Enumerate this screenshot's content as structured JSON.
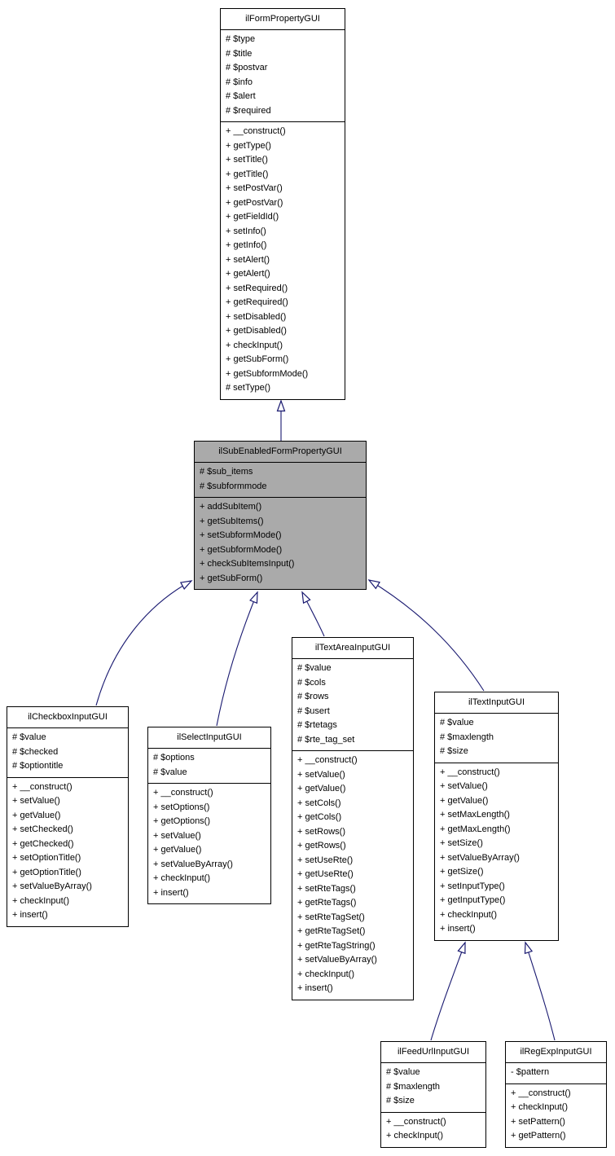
{
  "diagram": {
    "type": "uml-class-inheritance-graph",
    "colors": {
      "background": "#ffffff",
      "box_fill": "#ffffff",
      "highlight_fill": "#aaaaaa",
      "border": "#000000",
      "edge": "#191970",
      "text": "#000000"
    }
  },
  "classes": [
    {
      "name": "ilFormPropertyGUI",
      "highlighted": false,
      "attributes": [
        "# $type",
        "# $title",
        "# $postvar",
        "# $info",
        "# $alert",
        "# $required"
      ],
      "methods": [
        "+ __construct()",
        "+ getType()",
        "+ setTitle()",
        "+ getTitle()",
        "+ setPostVar()",
        "+ getPostVar()",
        "+ getFieldId()",
        "+ setInfo()",
        "+ getInfo()",
        "+ setAlert()",
        "+ getAlert()",
        "+ setRequired()",
        "+ getRequired()",
        "+ setDisabled()",
        "+ getDisabled()",
        "+ checkInput()",
        "+ getSubForm()",
        "+ getSubformMode()",
        "# setType()"
      ]
    },
    {
      "name": "ilSubEnabledFormPropertyGUI",
      "highlighted": true,
      "attributes": [
        "# $sub_items",
        "# $subformmode"
      ],
      "methods": [
        "+ addSubItem()",
        "+ getSubItems()",
        "+ setSubformMode()",
        "+ getSubformMode()",
        "+ checkSubItemsInput()",
        "+ getSubForm()"
      ]
    },
    {
      "name": "ilCheckboxInputGUI",
      "highlighted": false,
      "attributes": [
        "# $value",
        "# $checked",
        "# $optiontitle"
      ],
      "methods": [
        "+ __construct()",
        "+ setValue()",
        "+ getValue()",
        "+ setChecked()",
        "+ getChecked()",
        "+ setOptionTitle()",
        "+ getOptionTitle()",
        "+ setValueByArray()",
        "+ checkInput()",
        "+ insert()"
      ]
    },
    {
      "name": "ilSelectInputGUI",
      "highlighted": false,
      "attributes": [
        "# $options",
        "# $value"
      ],
      "methods": [
        "+ __construct()",
        "+ setOptions()",
        "+ getOptions()",
        "+ setValue()",
        "+ getValue()",
        "+ setValueByArray()",
        "+ checkInput()",
        "+ insert()"
      ]
    },
    {
      "name": "ilTextAreaInputGUI",
      "highlighted": false,
      "attributes": [
        "# $value",
        "# $cols",
        "# $rows",
        "# $usert",
        "# $rtetags",
        "# $rte_tag_set"
      ],
      "methods": [
        "+ __construct()",
        "+ setValue()",
        "+ getValue()",
        "+ setCols()",
        "+ getCols()",
        "+ setRows()",
        "+ getRows()",
        "+ setUseRte()",
        "+ getUseRte()",
        "+ setRteTags()",
        "+ getRteTags()",
        "+ setRteTagSet()",
        "+ getRteTagSet()",
        "+ getRteTagString()",
        "+ setValueByArray()",
        "+ checkInput()",
        "+ insert()"
      ]
    },
    {
      "name": "ilTextInputGUI",
      "highlighted": false,
      "attributes": [
        "# $value",
        "# $maxlength",
        "# $size"
      ],
      "methods": [
        "+ __construct()",
        "+ setValue()",
        "+ getValue()",
        "+ setMaxLength()",
        "+ getMaxLength()",
        "+ setSize()",
        "+ setValueByArray()",
        "+ getSize()",
        "+ setInputType()",
        "+ getInputType()",
        "+ checkInput()",
        "+ insert()"
      ]
    },
    {
      "name": "ilFeedUrlInputGUI",
      "highlighted": false,
      "attributes": [
        "# $value",
        "# $maxlength",
        "# $size"
      ],
      "methods": [
        "+ __construct()",
        "+ checkInput()"
      ]
    },
    {
      "name": "ilRegExpInputGUI",
      "highlighted": false,
      "attributes": [
        "- $pattern"
      ],
      "methods": [
        "+ __construct()",
        "+ checkInput()",
        "+ setPattern()",
        "+ getPattern()"
      ]
    }
  ],
  "relations": [
    {
      "child": "ilSubEnabledFormPropertyGUI",
      "parent": "ilFormPropertyGUI",
      "type": "inheritance"
    },
    {
      "child": "ilCheckboxInputGUI",
      "parent": "ilSubEnabledFormPropertyGUI",
      "type": "inheritance"
    },
    {
      "child": "ilSelectInputGUI",
      "parent": "ilSubEnabledFormPropertyGUI",
      "type": "inheritance"
    },
    {
      "child": "ilTextAreaInputGUI",
      "parent": "ilSubEnabledFormPropertyGUI",
      "type": "inheritance"
    },
    {
      "child": "ilTextInputGUI",
      "parent": "ilSubEnabledFormPropertyGUI",
      "type": "inheritance"
    },
    {
      "child": "ilFeedUrlInputGUI",
      "parent": "ilTextInputGUI",
      "type": "inheritance"
    },
    {
      "child": "ilRegExpInputGUI",
      "parent": "ilTextInputGUI",
      "type": "inheritance"
    }
  ]
}
